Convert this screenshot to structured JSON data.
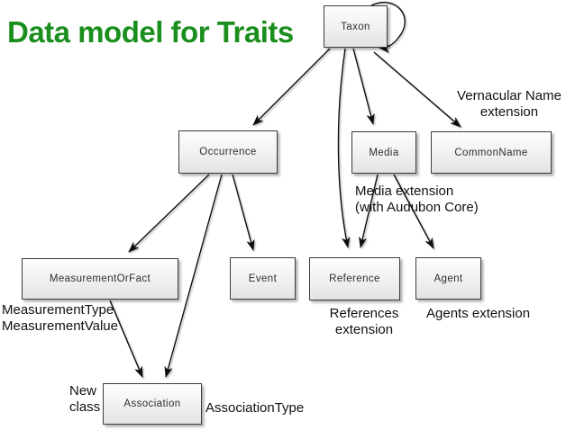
{
  "title": "Data model for Traits",
  "colors": {
    "title_green": "#1a8f1d",
    "box_border": "#3d3d3d",
    "box_fill_top": "#fdfdfd",
    "box_fill_bottom": "#e3e3e3",
    "connector": "#111111",
    "background": "#ffffff"
  },
  "nodes": {
    "taxon": {
      "label": "Taxon"
    },
    "occurrence": {
      "label": "Occurrence"
    },
    "media": {
      "label": "Media"
    },
    "commonname": {
      "label": "CommonName"
    },
    "measurementorfact": {
      "label": "MeasurementOrFact"
    },
    "event": {
      "label": "Event"
    },
    "reference": {
      "label": "Reference"
    },
    "agent": {
      "label": "Agent"
    },
    "association": {
      "label": "Association"
    }
  },
  "annotations": {
    "vernacular_name": {
      "line1": "Vernacular Name",
      "line2": "extension"
    },
    "media_extension": {
      "line1": "Media extension",
      "line2": "(with Audubon Core)"
    },
    "references_extension": {
      "line1": "References",
      "line2": "extension"
    },
    "agents_extension": {
      "line1": "Agents extension"
    },
    "measurement_fields": {
      "line1": "MeasurementType",
      "line2": "MeasurementValue"
    },
    "new_class": {
      "line1": "New",
      "line2": "class"
    },
    "association_type": {
      "line1": "AssociationType"
    }
  },
  "edges": [
    {
      "from": "Taxon",
      "to": "Occurrence"
    },
    {
      "from": "Taxon",
      "to": "Media"
    },
    {
      "from": "Taxon",
      "to": "CommonName"
    },
    {
      "from": "Taxon",
      "to": "Reference"
    },
    {
      "from": "Taxon",
      "to": "Taxon"
    },
    {
      "from": "Occurrence",
      "to": "MeasurementOrFact"
    },
    {
      "from": "Occurrence",
      "to": "Event"
    },
    {
      "from": "Occurrence",
      "to": "Association"
    },
    {
      "from": "MeasurementOrFact",
      "to": "Association"
    },
    {
      "from": "Media",
      "to": "Reference"
    },
    {
      "from": "Media",
      "to": "Agent"
    }
  ]
}
